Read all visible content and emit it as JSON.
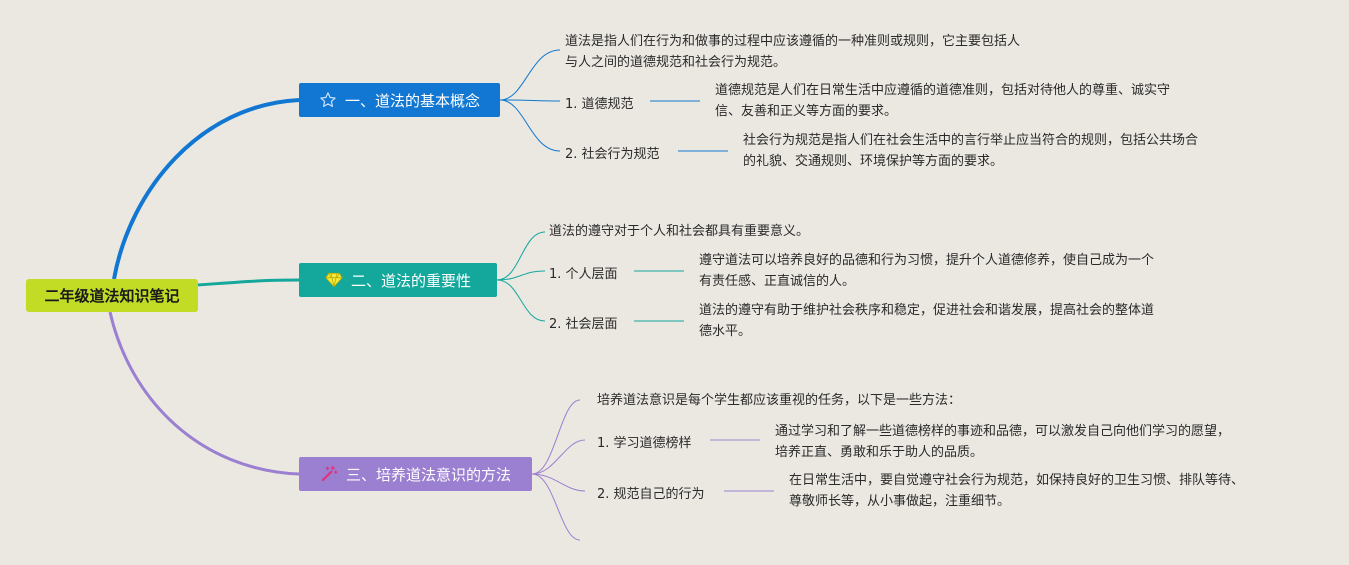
{
  "root": {
    "title": "二年级道法知识笔记"
  },
  "branches": [
    {
      "title": "一、道法的基本概念",
      "icon": "star-outline-icon",
      "intro_lines": [
        "道法是指人们在行为和做事的过程中应该遵循的一种准则或规则，它主要包括人",
        "与人之间的道德规范和社会行为规范。"
      ],
      "children": [
        {
          "label": "1. 道德规范",
          "desc_lines": [
            "道德规范是人们在日常生活中应遵循的道德准则，包括对待他人的尊重、诚实守",
            "信、友善和正义等方面的要求。"
          ]
        },
        {
          "label": "2. 社会行为规范",
          "desc_lines": [
            "社会行为规范是指人们在社会生活中的言行举止应当符合的规则，包括公共场合",
            "的礼貌、交通规则、环境保护等方面的要求。"
          ]
        }
      ]
    },
    {
      "title": "二、道法的重要性",
      "icon": "diamond-icon",
      "intro_lines": [
        "道法的遵守对于个人和社会都具有重要意义。"
      ],
      "children": [
        {
          "label": "1. 个人层面",
          "desc_lines": [
            "遵守道法可以培养良好的品德和行为习惯，提升个人道德修养，使自己成为一个",
            "有责任感、正直诚信的人。"
          ]
        },
        {
          "label": "2. 社会层面",
          "desc_lines": [
            "道法的遵守有助于维护社会秩序和稳定，促进社会和谐发展，提高社会的整体道",
            "德水平。"
          ]
        }
      ]
    },
    {
      "title": "三、培养道法意识的方法",
      "icon": "magic-wand-icon",
      "intro_lines": [
        "培养道法意识是每个学生都应该重视的任务，以下是一些方法："
      ],
      "children": [
        {
          "label": "1. 学习道德榜样",
          "desc_lines": [
            "通过学习和了解一些道德榜样的事迹和品德，可以激发自己向他们学习的愿望，",
            "培养正直、勇敢和乐于助人的品质。"
          ]
        },
        {
          "label": "2. 规范自己的行为",
          "desc_lines": [
            "在日常生活中，要自觉遵守社会行为规范，如保持良好的卫生习惯、排队等待、",
            "尊敬师长等，从小事做起，注重细节。"
          ]
        }
      ]
    }
  ],
  "colors": {
    "background": "#ebe8e2",
    "root": "#c2dc25",
    "branch1": "#1177d2",
    "branch2": "#14a89c",
    "branch3": "#9b7fd0",
    "icon_diamond": "#f2e93a",
    "icon_wand": "#e0337a"
  }
}
